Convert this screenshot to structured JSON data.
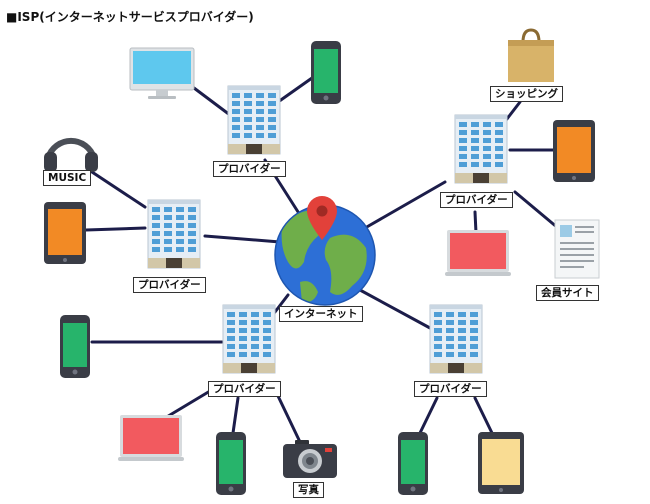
{
  "title": "■ISP(インターネットサービスプロバイダー)",
  "labels": {
    "internet": "インターネット",
    "provider": "プロバイダー",
    "music": "MUSIC",
    "shopping": "ショッピング",
    "member_site": "会員サイト",
    "photo": "写真"
  },
  "colors": {
    "link": "#1c1d4a",
    "ocean": "#2d6fd6",
    "land": "#6fae4a",
    "pin": "#e2413a",
    "screen_blue": "#5ec8ee",
    "screen_green": "#27b46b",
    "screen_orange": "#f28a25",
    "screen_red": "#f25a5f",
    "screen_yellow": "#f9dc93",
    "bag": "#d8b369",
    "building": "#e6eef5"
  },
  "nodes": {
    "globe": "globe-icon",
    "provider": "building-icon",
    "desktop": "desktop-monitor-icon",
    "smartphone": "smartphone-icon",
    "tablet": "tablet-icon",
    "laptop": "laptop-icon",
    "headphones": "headphones-icon",
    "bag": "shopping-bag-icon",
    "document": "document-icon",
    "camera": "camera-icon"
  }
}
